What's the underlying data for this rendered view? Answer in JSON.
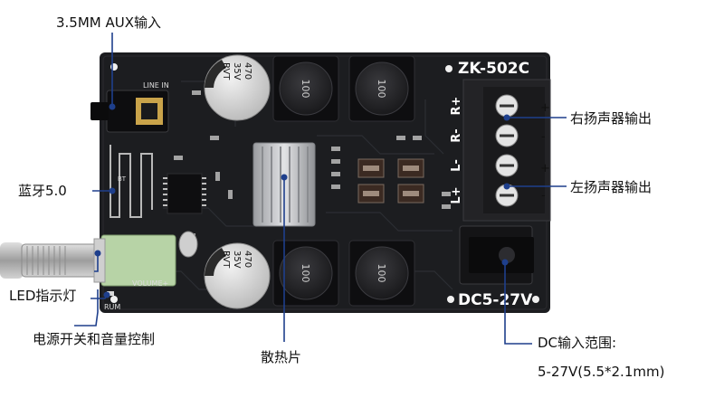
{
  "board": {
    "model": "ZK-502C",
    "power_label": "DC5-27V",
    "line_in_label": "LINE IN",
    "volume_label": "VOLUME+",
    "rum_label": "RUM",
    "bt_label": "BT",
    "capacitor_text": [
      "470",
      "35V",
      "RVT"
    ],
    "inductor_text": "100",
    "terminal_labels": [
      "R+",
      "R-",
      "L-",
      "L+"
    ],
    "polarity_marks": [
      "+",
      "-",
      "+",
      "-"
    ]
  },
  "callouts": {
    "aux_input": "3.5MM AUX输入",
    "bluetooth": "蓝牙5.0",
    "led": "LED指示灯",
    "power_volume": "电源开关和音量控制",
    "heatsink": "散热片",
    "right_speaker": "右扬声器输出",
    "left_speaker": "左扬声器输出",
    "dc_range_title": "DC输入范围:",
    "dc_range_value": "5-27V(5.5*2.1mm)"
  },
  "colors": {
    "pcb": "#1c1d20",
    "heatsink": "#c9cbce",
    "terminal": "#232326",
    "pot_knob": "#b8b8b8",
    "pot_body": "#b7d3a6",
    "leader_line": "#1e3f8c"
  }
}
